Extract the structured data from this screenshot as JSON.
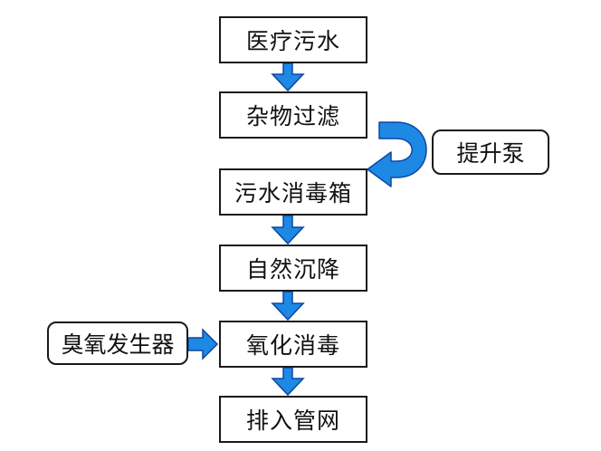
{
  "flow": {
    "steps": [
      {
        "label": "医疗污水"
      },
      {
        "label": "杂物过滤"
      },
      {
        "label": "污水消毒箱"
      },
      {
        "label": "自然沉降"
      },
      {
        "label": "氧化消毒"
      },
      {
        "label": "排入管网"
      }
    ],
    "side_inputs": {
      "lift_pump": "提升泵",
      "ozone_generator": "臭氧发生器"
    }
  },
  "colors": {
    "arrow_fill": "#1e88e5",
    "arrow_stroke": "#0d47a1",
    "box_border": "#1a1a1a"
  }
}
